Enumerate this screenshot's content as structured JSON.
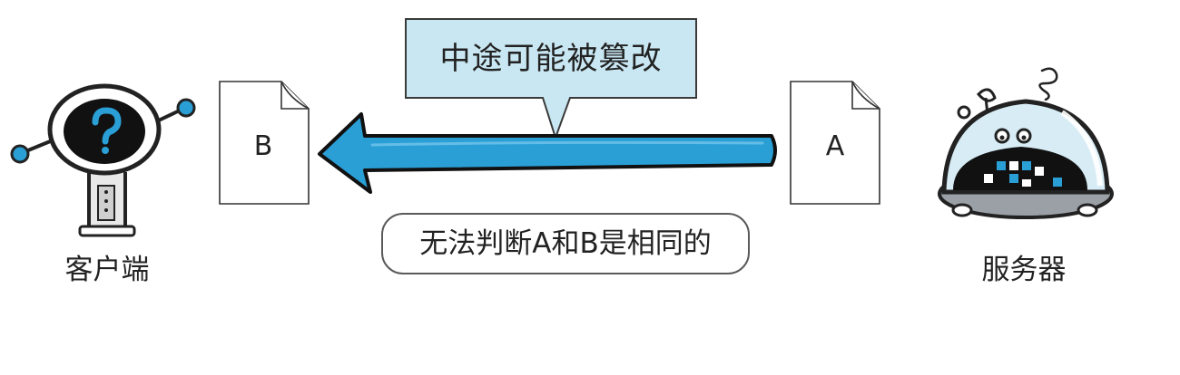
{
  "callout": {
    "text": "中途可能被篡改"
  },
  "documents": {
    "received": {
      "label": "B"
    },
    "sent": {
      "label": "A"
    }
  },
  "note": {
    "text": "无法判断A和B是相同的"
  },
  "actors": {
    "client": {
      "label": "客户端"
    },
    "server": {
      "label": "服务器"
    }
  },
  "colors": {
    "arrow": "#2a9fd6",
    "callout_fill": "#c9e7f2",
    "outline": "#222222"
  }
}
